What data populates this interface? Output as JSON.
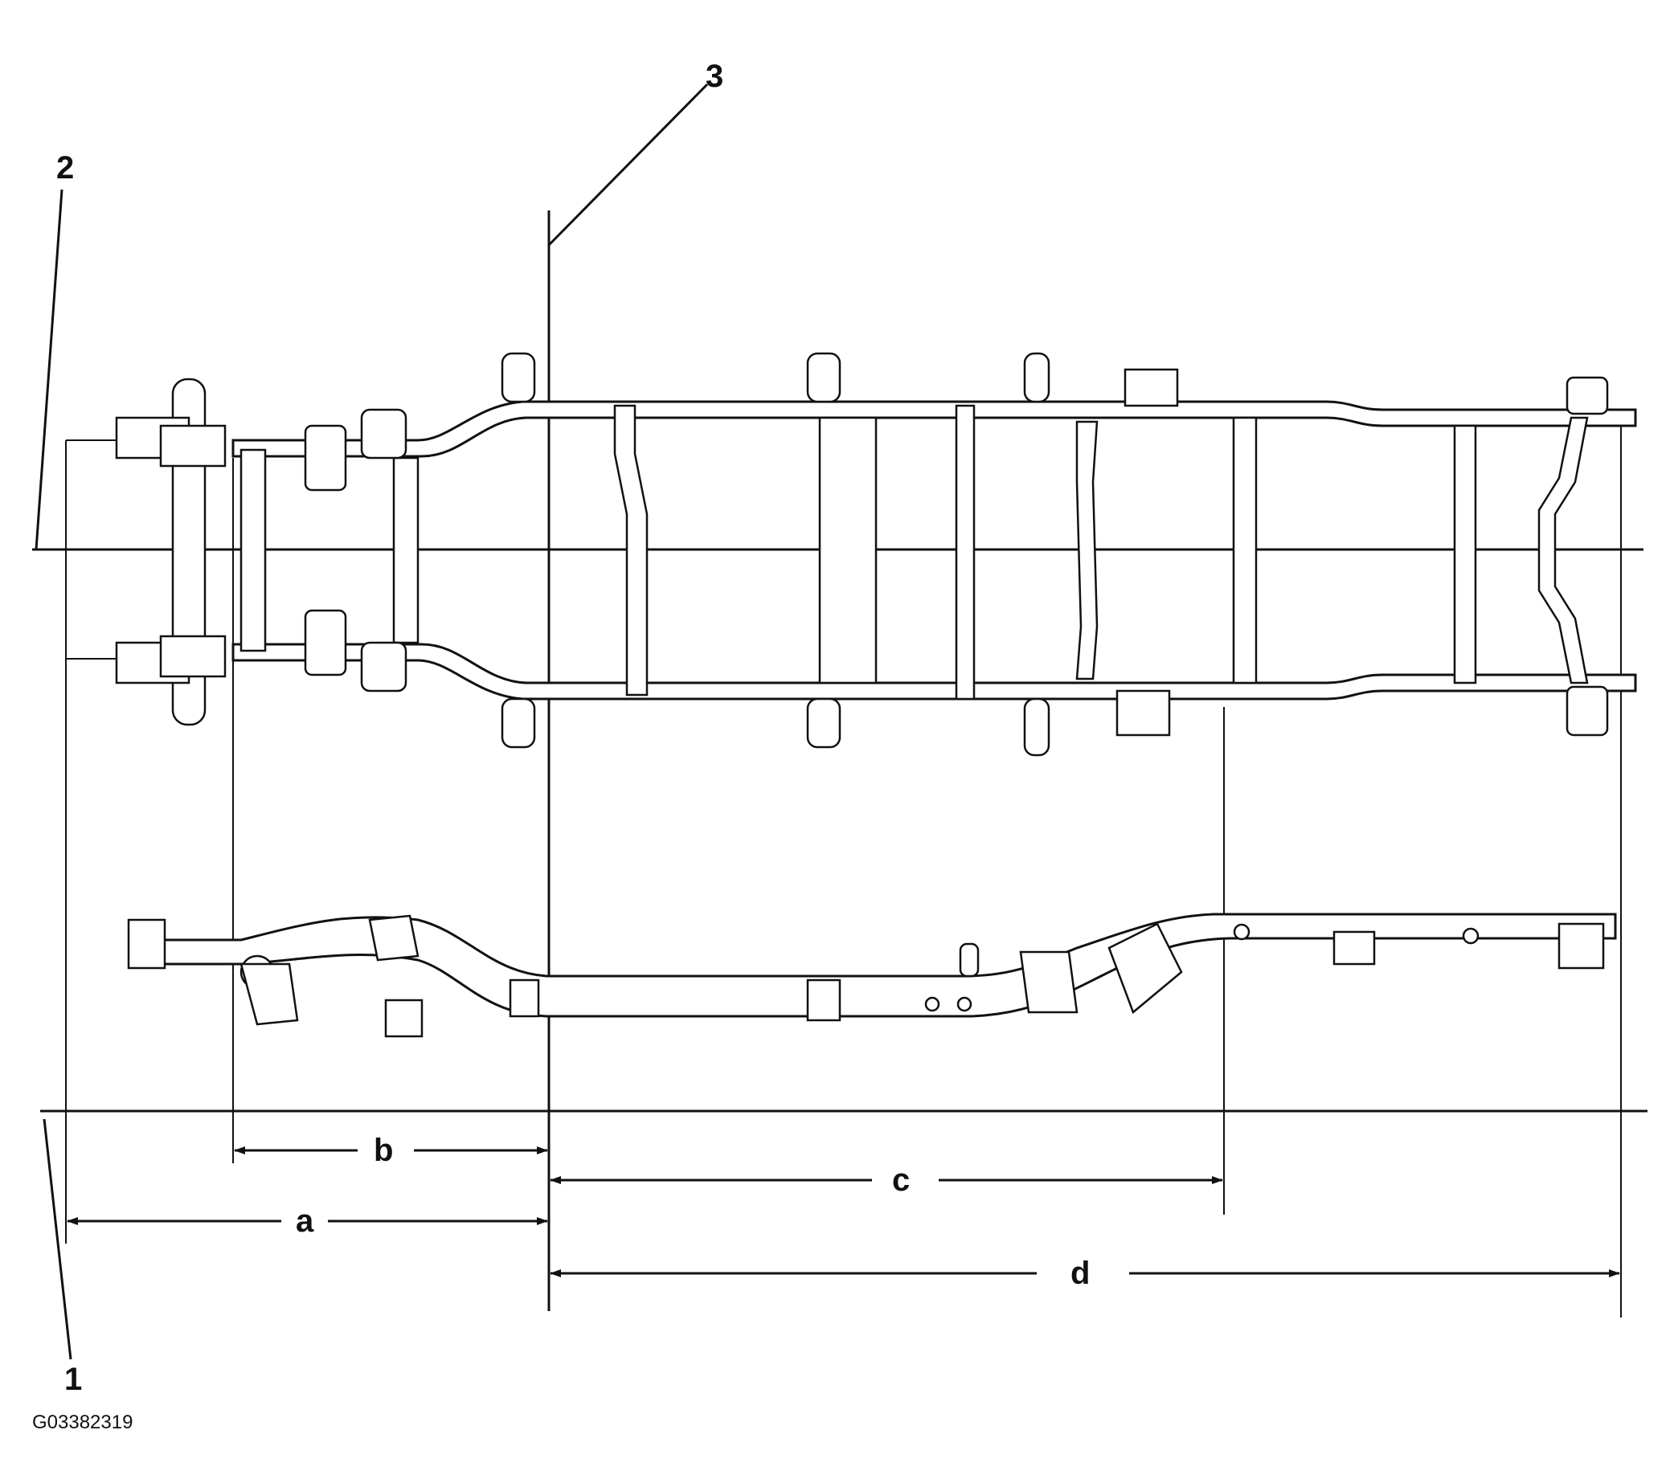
{
  "figure_id": "G03382319",
  "callouts": {
    "c1": "1",
    "c2": "2",
    "c3": "3"
  },
  "dimensions": {
    "a": "a",
    "b": "b",
    "c": "c",
    "d": "d"
  }
}
